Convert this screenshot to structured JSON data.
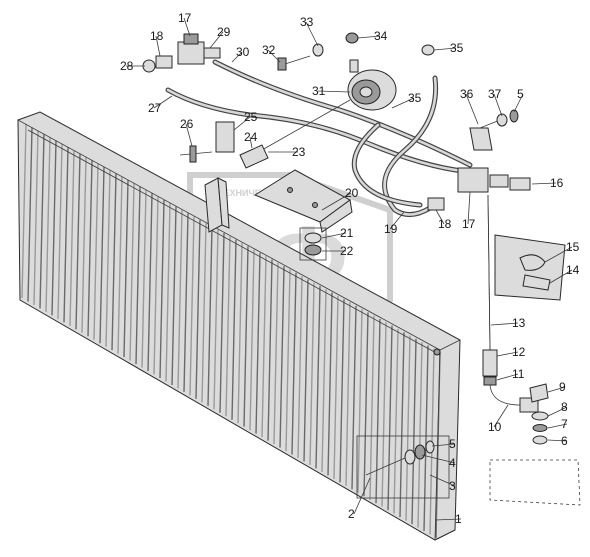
{
  "diagram": {
    "watermark": {
      "letters": "ЭФ",
      "text": "ТЕХНИЧЕСКИЙ ФОРУМ"
    },
    "callouts": [
      {
        "id": "c1",
        "label": "1"
      },
      {
        "id": "c2",
        "label": "2"
      },
      {
        "id": "c3",
        "label": "3"
      },
      {
        "id": "c4a",
        "label": "4"
      },
      {
        "id": "c5a",
        "label": "5"
      },
      {
        "id": "c5b",
        "label": "5"
      },
      {
        "id": "c6",
        "label": "6"
      },
      {
        "id": "c7",
        "label": "7"
      },
      {
        "id": "c8",
        "label": "8"
      },
      {
        "id": "c9",
        "label": "9"
      },
      {
        "id": "c10",
        "label": "10"
      },
      {
        "id": "c11",
        "label": "11"
      },
      {
        "id": "c12",
        "label": "12"
      },
      {
        "id": "c13",
        "label": "13"
      },
      {
        "id": "c14",
        "label": "14"
      },
      {
        "id": "c15",
        "label": "15"
      },
      {
        "id": "c16",
        "label": "16"
      },
      {
        "id": "c17a",
        "label": "17"
      },
      {
        "id": "c17b",
        "label": "17"
      },
      {
        "id": "c18a",
        "label": "18"
      },
      {
        "id": "c18b",
        "label": "18"
      },
      {
        "id": "c19",
        "label": "19"
      },
      {
        "id": "c20",
        "label": "20"
      },
      {
        "id": "c21",
        "label": "21"
      },
      {
        "id": "c22",
        "label": "22"
      },
      {
        "id": "c23",
        "label": "23"
      },
      {
        "id": "c24",
        "label": "24"
      },
      {
        "id": "c25",
        "label": "25"
      },
      {
        "id": "c26",
        "label": "26"
      },
      {
        "id": "c27",
        "label": "27"
      },
      {
        "id": "c28",
        "label": "28"
      },
      {
        "id": "c29",
        "label": "29"
      },
      {
        "id": "c30",
        "label": "30"
      },
      {
        "id": "c31",
        "label": "31"
      },
      {
        "id": "c32",
        "label": "32"
      },
      {
        "id": "c33",
        "label": "33"
      },
      {
        "id": "c34",
        "label": "34"
      },
      {
        "id": "c35a",
        "label": "35"
      },
      {
        "id": "c35b",
        "label": "35"
      },
      {
        "id": "c36",
        "label": "36"
      },
      {
        "id": "c37",
        "label": "37"
      }
    ]
  }
}
